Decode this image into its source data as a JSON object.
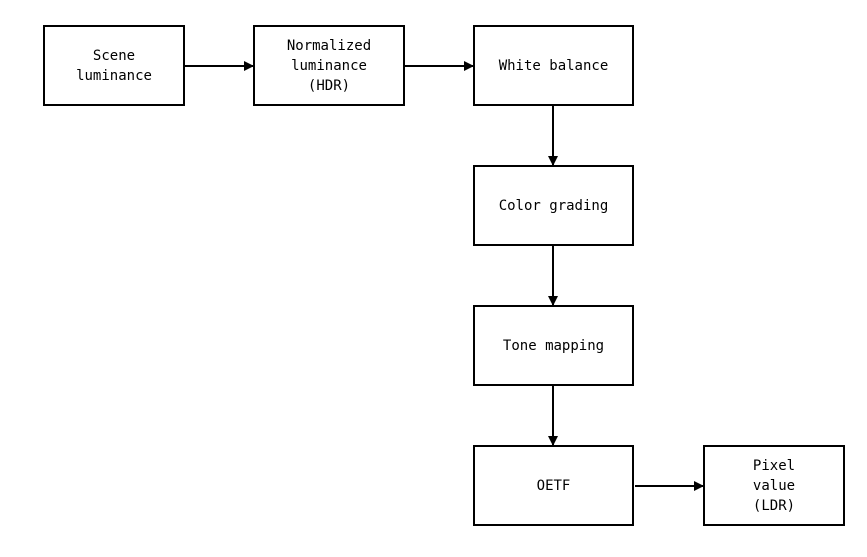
{
  "diagram": {
    "nodes": {
      "scene": "Scene\nluminance",
      "normalized": "Normalized\nluminance\n(HDR)",
      "white_balance": "White balance",
      "color_grading": "Color grading",
      "tone_mapping": "Tone mapping",
      "oetf": "OETF",
      "pixel": "Pixel\nvalue\n(LDR)"
    },
    "edges": [
      [
        "scene",
        "normalized"
      ],
      [
        "normalized",
        "white_balance"
      ],
      [
        "white_balance",
        "color_grading"
      ],
      [
        "color_grading",
        "tone_mapping"
      ],
      [
        "tone_mapping",
        "oetf"
      ],
      [
        "oetf",
        "pixel"
      ]
    ],
    "colors": {
      "stroke": "#000000",
      "fill": "#ffffff"
    }
  }
}
